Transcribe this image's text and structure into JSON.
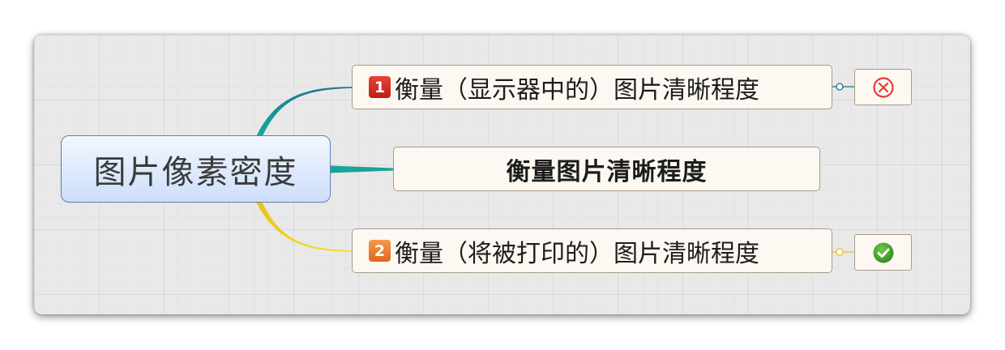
{
  "mindmap": {
    "root": {
      "label": "图片像素密度"
    },
    "branches": [
      {
        "priority": "1",
        "label": "衡量（显示器中的）图片清晰程度",
        "marker": "cross-circle-icon",
        "connector_color": "#1f7f91"
      },
      {
        "label": "衡量图片清晰程度",
        "connector_color": "#1aa39a"
      },
      {
        "priority": "2",
        "label": "衡量（将被打印的）图片清晰程度",
        "marker": "check-circle-icon",
        "connector_color": "#f2d21a"
      }
    ]
  },
  "colors": {
    "priority_1": "#d9302a",
    "priority_2": "#ee7c2b",
    "cross_marker": "#e23b3b",
    "check_marker": "#3f9a2a"
  }
}
